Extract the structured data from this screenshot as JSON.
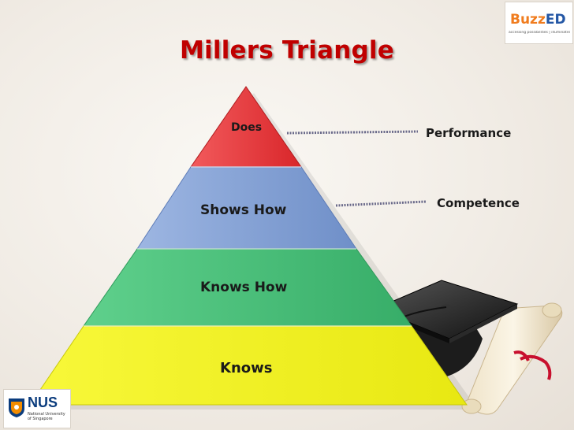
{
  "title": "Millers Triangle",
  "logos": {
    "buzzed_part1": "Buzz",
    "buzzed_part2": "ED",
    "buzzed_tagline": "accessing possibilities | illuminated",
    "nus_word": "NUS",
    "nus_subtitle_line1": "National University",
    "nus_subtitle_line2": "of Singapore"
  },
  "pyramid": {
    "levels": [
      {
        "label": "Does",
        "color": "#e8383b"
      },
      {
        "label": "Shows How",
        "color": "#7f9fd4"
      },
      {
        "label": "Knows How",
        "color": "#47c07a"
      },
      {
        "label": "Knows",
        "color": "#f2f21a"
      }
    ]
  },
  "annotations": [
    {
      "label": "Performance",
      "level": "Does"
    },
    {
      "label": "Competence",
      "level": "Shows How"
    }
  ],
  "colors": {
    "title": "#c00000",
    "connector": "#6a6a8a"
  }
}
